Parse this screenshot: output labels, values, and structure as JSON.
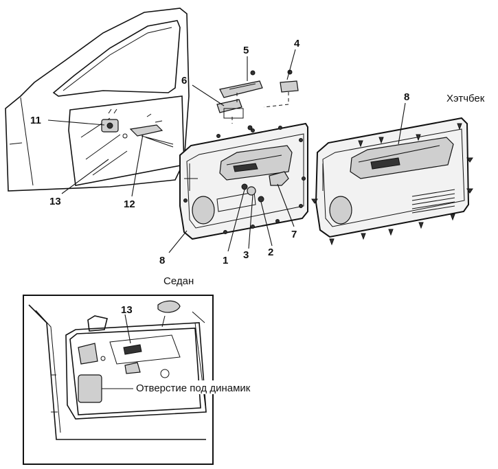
{
  "labels": {
    "hatchback": "Хэтчбек",
    "sedan": "Седан",
    "speaker_hole": "Отверстие под динамик"
  },
  "callouts": {
    "c1": "1",
    "c2": "2",
    "c3": "3",
    "c4": "4",
    "c5": "5",
    "c6": "6",
    "c7": "7",
    "c8a": "8",
    "c8b": "8",
    "c11": "11",
    "c12": "12",
    "c13a": "13",
    "c13b": "13"
  }
}
